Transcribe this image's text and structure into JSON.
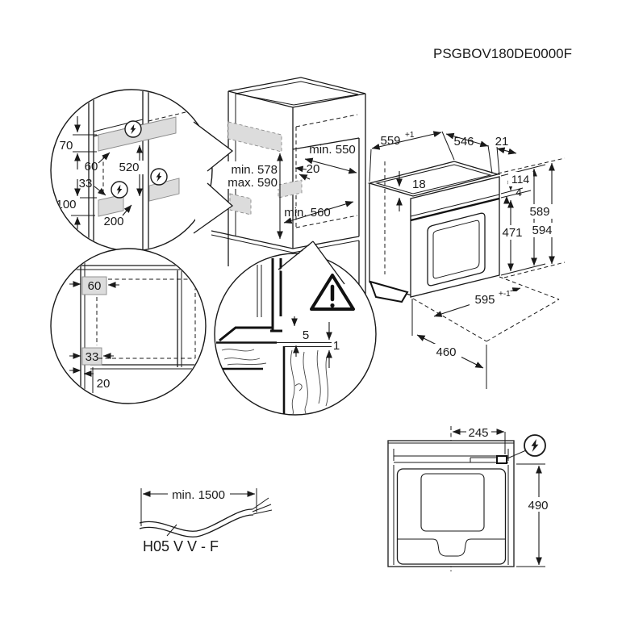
{
  "title": "PSGBOV180DE0000F",
  "detail_a": {
    "d70": "70",
    "d60": "60",
    "d520": "520",
    "d33": "33",
    "d100": "100",
    "d200": "200"
  },
  "cabinet": {
    "min550": "min. 550",
    "d20": "20",
    "min578": "min. 578",
    "max590": "max. 590",
    "min560": "min. 560"
  },
  "oven": {
    "w559": "559",
    "w559sup": "+1",
    "d546": "546",
    "d21": "21",
    "g18": "18",
    "h114": "114",
    "h4": "4",
    "h589": "589",
    "h594": "594",
    "h471": "471",
    "w595": "595",
    "w595sup": "+-1",
    "d460": "460"
  },
  "detail_b": {
    "d60": "60",
    "d33": "33",
    "d20": "20"
  },
  "detail_c": {
    "d5": "5",
    "d1": "1"
  },
  "cable": {
    "length": "min. 1500",
    "type": "H05 V V - F"
  },
  "front": {
    "d245": "245",
    "d490": "490"
  }
}
